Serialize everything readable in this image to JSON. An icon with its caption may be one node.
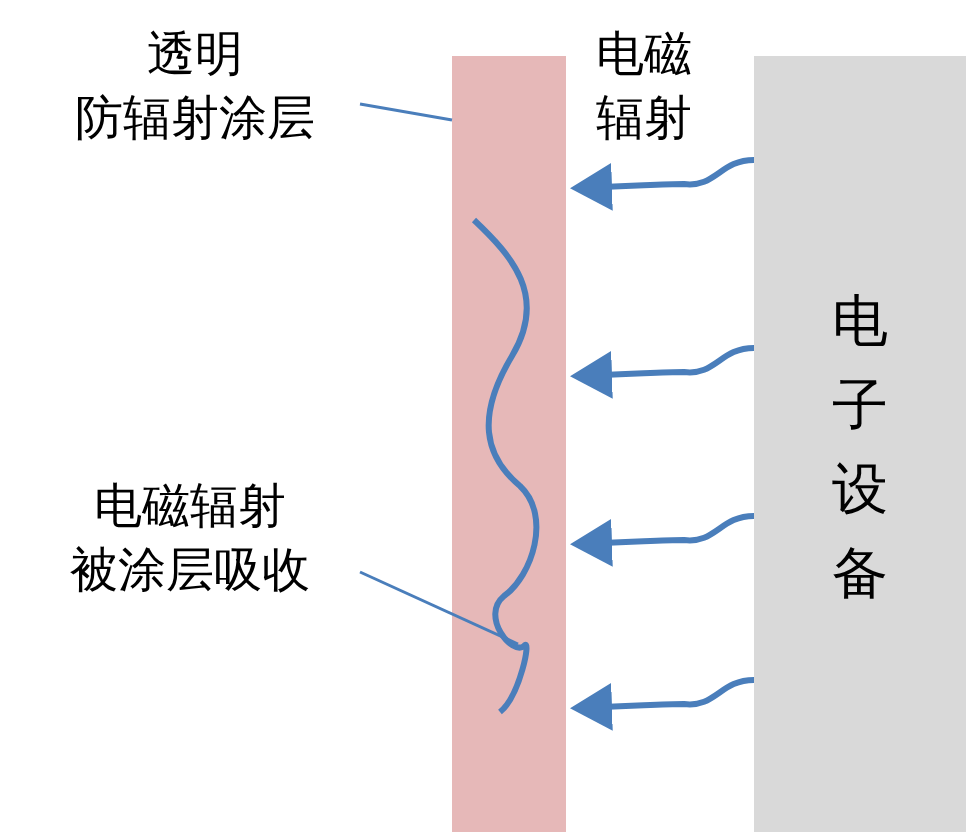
{
  "diagram": {
    "nodes": [
      {
        "text": [
          "透明防辐射涂层"
        ]
      },
      {
        "text": [],
        "shape": "bar"
      },
      {
        "text": [
          "电子设备"
        ]
      },
      {
        "text": [
          "电磁辐射被涂层吸收"
        ]
      },
      {
        "text": [],
        "shape": "wave",
        "in": 1
      }
    ],
    "edges": [
      {
        "from": 0,
        "to": 1,
        "arrow": "none"
      },
      {
        "from": 2,
        "to": 1,
        "arrow": "to"
      },
      {
        "from": 2,
        "to": 1,
        "arrow": "to"
      },
      {
        "from": 2,
        "to": 1,
        "arrow": "to"
      },
      {
        "from": 2,
        "to": 1,
        "arrow": "to"
      },
      {
        "from": 3,
        "to": 4,
        "arrow": "none"
      }
    ],
    "labels": [
      "电磁辐射"
    ]
  }
}
